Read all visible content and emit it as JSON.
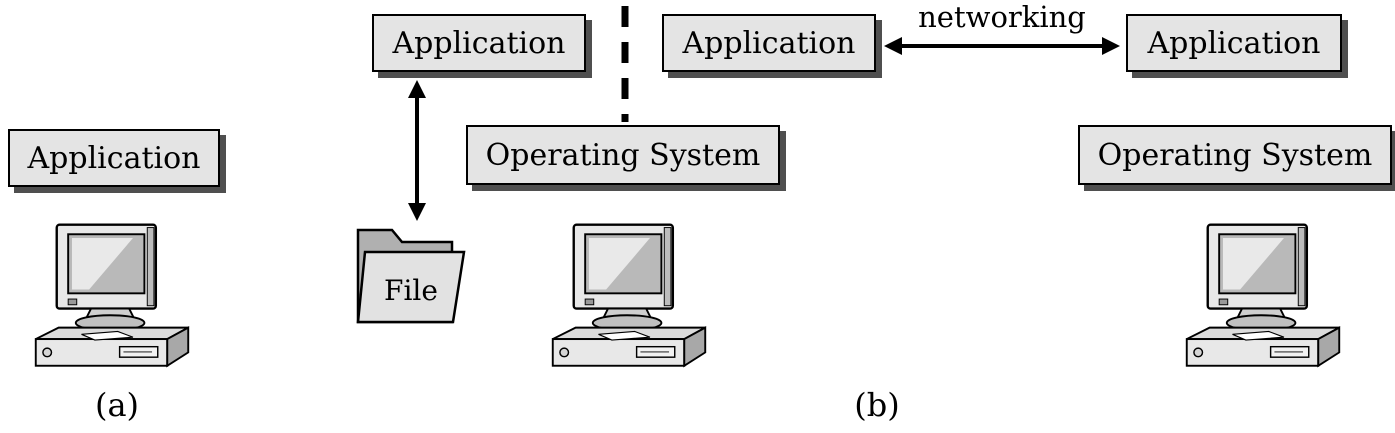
{
  "panel_a": {
    "application_label": "Application",
    "caption": "(a)"
  },
  "panel_b": {
    "left_machine": {
      "application_label": "Application",
      "file_label": "File",
      "operating_system_label": "Operating System"
    },
    "right_machine": {
      "application_label": "Application",
      "operating_system_label": "Operating System"
    },
    "networking_label": "networking",
    "caption": "(b)"
  },
  "colors": {
    "background": "#ffffff",
    "box_fill": "#e4e4e4",
    "box_border": "#000000",
    "box_shadow": "#4f4f4f",
    "arrow": "#000000",
    "folder_back": "#b0b0b0",
    "folder_front": "#e2e2e2"
  },
  "icons": {
    "computer": "desktop-computer-icon",
    "folder": "file-folder-icon",
    "file_access_arrow": "double-headed-vertical-arrow",
    "networking_arrow": "double-headed-horizontal-arrow",
    "divider": "dashed-vertical-divider"
  }
}
